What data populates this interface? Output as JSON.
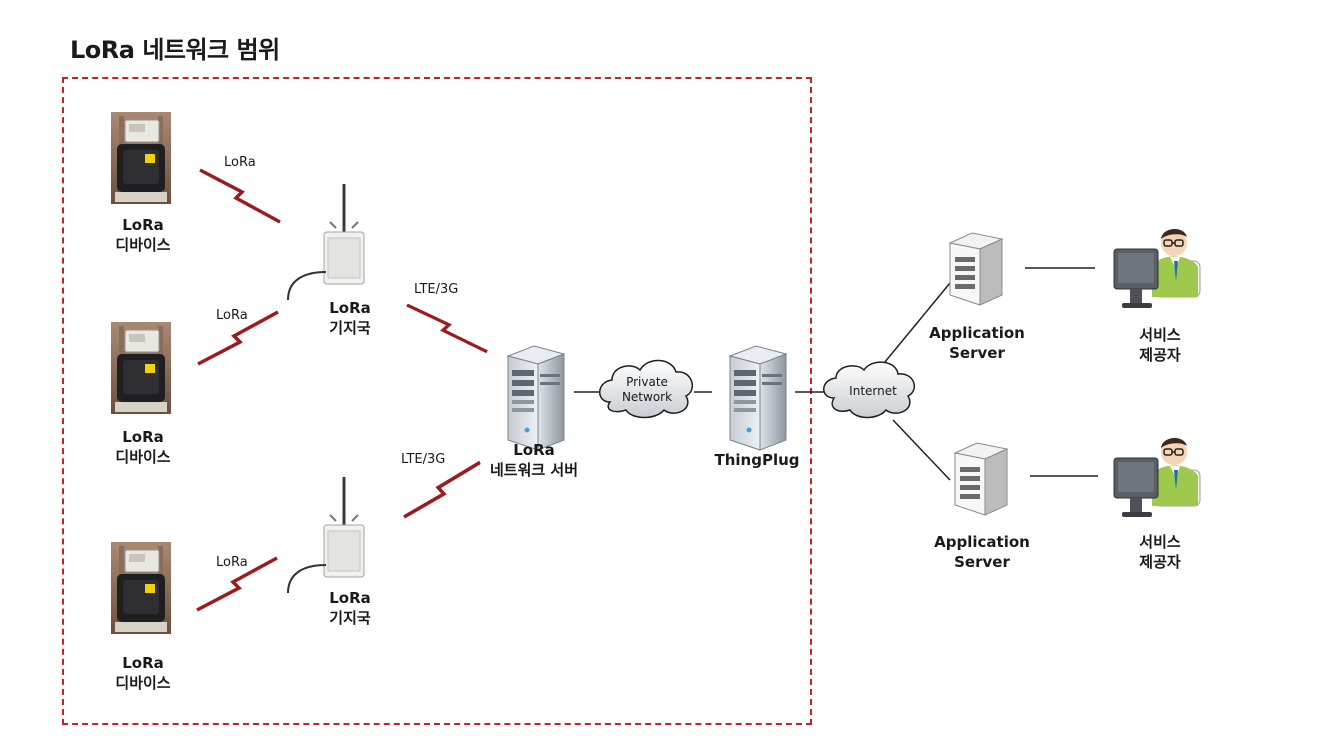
{
  "title": "LoRa 네트워크 범위",
  "devices": [
    {
      "label": "LoRa\n디바이스"
    },
    {
      "label": "LoRa\n디바이스"
    },
    {
      "label": "LoRa\n디바이스"
    }
  ],
  "gateways": [
    {
      "label": "LoRa\n기지국"
    },
    {
      "label": "LoRa\n기지국"
    }
  ],
  "links": {
    "lora": [
      "LoRa",
      "LoRa",
      "LoRa"
    ],
    "backhaul": [
      "LTE/3G",
      "LTE/3G"
    ]
  },
  "network_server": {
    "label": "LoRa\n네트워크 서버"
  },
  "private_network": {
    "label": "Private\nNetwork"
  },
  "thingplug": {
    "label": "ThingPlug"
  },
  "internet": {
    "label": "Internet"
  },
  "app_servers": [
    {
      "label": "Application\nServer"
    },
    {
      "label": "Application\nServer"
    }
  ],
  "providers": [
    {
      "label": "서비스\n제공자"
    },
    {
      "label": "서비스\n제공자"
    }
  ],
  "colors": {
    "boundary": "#c8202a",
    "lightning": "#9b1b1f"
  }
}
